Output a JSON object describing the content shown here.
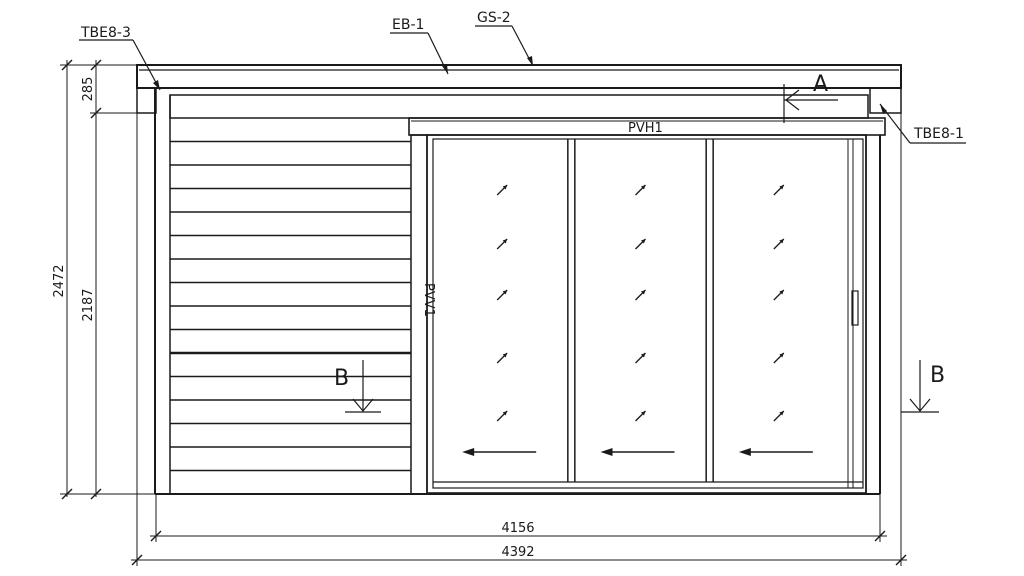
{
  "labels": {
    "tbe8_3": "TBE8-3",
    "eb_1": "EB-1",
    "gs_2": "GS-2",
    "tbe8_1": "TBE8-1",
    "pvh1": "PVH1",
    "pvv1": "PVV1",
    "section_a": "A",
    "section_b_left": "B",
    "section_b_right": "B"
  },
  "dimensions": {
    "roof_edge_height": "285",
    "total_height": "2472",
    "wall_height": "2187",
    "wall_width": "4156",
    "total_width": "4392"
  },
  "door": {
    "panel_count": 3,
    "slide_direction": "left"
  }
}
